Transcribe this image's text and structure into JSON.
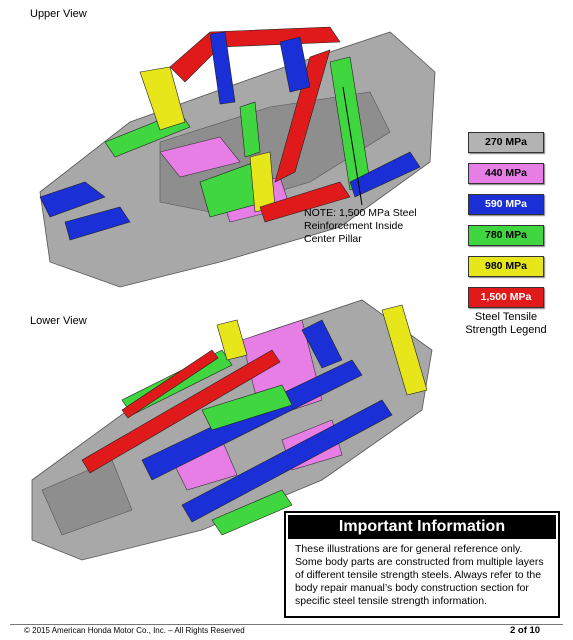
{
  "views": {
    "upper": "Upper View",
    "lower": "Lower View"
  },
  "note": {
    "line1": "NOTE: 1,500 MPa Steel",
    "line2": "Reinforcement Inside",
    "line3": "Center Pillar"
  },
  "legend": {
    "items": [
      {
        "label": "270 MPa",
        "color": "#b3b3b3"
      },
      {
        "label": "440 MPa",
        "color": "#e67ee6"
      },
      {
        "label": "590 MPa",
        "color": "#1a2fd6"
      },
      {
        "label": "780 MPa",
        "color": "#3fd63f"
      },
      {
        "label": "980 MPa",
        "color": "#e6e61a"
      },
      {
        "label": "1,500 MPa",
        "color": "#e01a1a"
      }
    ],
    "caption_line1": "Steel Tensile",
    "caption_line2": "Strength Legend"
  },
  "info": {
    "title": "Important Information",
    "body": "These illustrations are for general reference only. Some body parts are constructed from multiple layers of different tensile strength steels. Always refer to the body repair manual’s body construction section for specific steel tensile strength information."
  },
  "footer": {
    "copyright": "© 2015 American Honda Motor Co., Inc. – All Rights Reserved",
    "page": "2 of 10"
  }
}
